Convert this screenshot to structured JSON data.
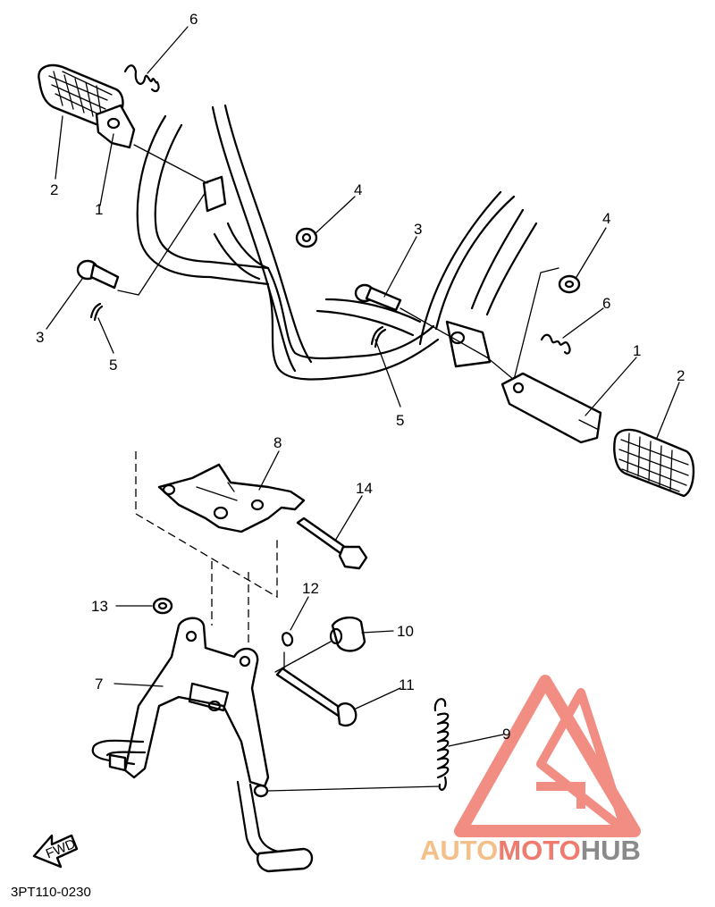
{
  "diagram_code": "3PT110-0230",
  "fwd_label": "FWD",
  "watermark": {
    "part1": "AUTO",
    "part2": "MOTO",
    "part3": "HUB",
    "color_light": "#f4c08a",
    "color_mid": "#ef7a6e",
    "color_dark": "#8a8a8a"
  },
  "callouts": [
    {
      "id": "c-6a",
      "label": "6"
    },
    {
      "id": "c-2a",
      "label": "2"
    },
    {
      "id": "c-1a",
      "label": "1"
    },
    {
      "id": "c-4a",
      "label": "4"
    },
    {
      "id": "c-3a",
      "label": "3"
    },
    {
      "id": "c-5a",
      "label": "5"
    },
    {
      "id": "c-3b",
      "label": "3"
    },
    {
      "id": "c-4b",
      "label": "4"
    },
    {
      "id": "c-6b",
      "label": "6"
    },
    {
      "id": "c-1b",
      "label": "1"
    },
    {
      "id": "c-2b",
      "label": "2"
    },
    {
      "id": "c-5b",
      "label": "5"
    },
    {
      "id": "c-8",
      "label": "8"
    },
    {
      "id": "c-14",
      "label": "14"
    },
    {
      "id": "c-13",
      "label": "13"
    },
    {
      "id": "c-12",
      "label": "12"
    },
    {
      "id": "c-10",
      "label": "10"
    },
    {
      "id": "c-7",
      "label": "7"
    },
    {
      "id": "c-11",
      "label": "11"
    },
    {
      "id": "c-9",
      "label": "9"
    }
  ]
}
